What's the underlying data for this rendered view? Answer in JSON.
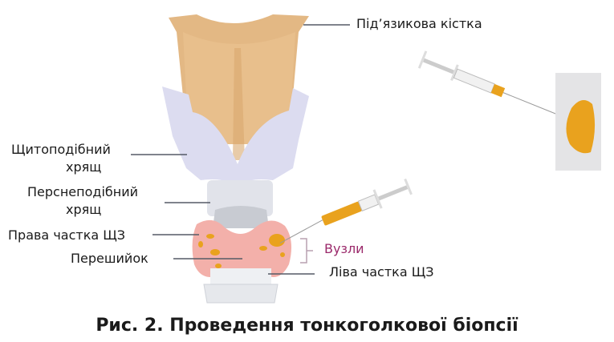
{
  "labels": {
    "hyoid": "Під’язикова кістка",
    "thyroid_cartilage_1": "Щитоподібний",
    "thyroid_cartilage_2": "хрящ",
    "cricoid_1": "Перснеподібний",
    "cricoid_2": "хрящ",
    "right_lobe": "Права частка ЩЗ",
    "isthmus": "Перешийок",
    "nodules": "Вузли",
    "left_lobe": "Ліва частка ЩЗ"
  },
  "caption": "Рис. 2. Проведення тонкоголкової біопсії",
  "colors": {
    "bone": "#e3b884",
    "cartilage": "#dcdcf0",
    "thyroid": "#f3b0aa",
    "nodule": "#e9a21e",
    "nodule_label": "#9b2a6b",
    "line": "#555a66"
  }
}
